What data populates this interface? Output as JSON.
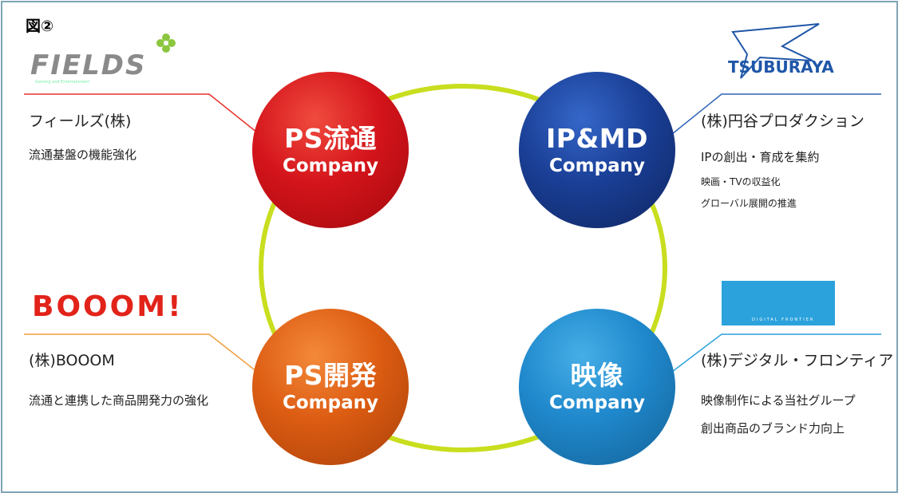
{
  "figure_label": "図②",
  "companies": [
    {
      "title": "PS流通",
      "subtitle": "Company",
      "color": "#d4141b"
    },
    {
      "title": "IP&MD",
      "subtitle": "Company",
      "color": "#1a3f96"
    },
    {
      "title": "PS開発",
      "subtitle": "Company",
      "color": "#dc5c12"
    },
    {
      "title": "映像",
      "subtitle": "Company",
      "color": "#1f88cc"
    }
  ],
  "partners": {
    "fields": {
      "logo_text": "FIELDS",
      "logo_tagline": "Gaming and Entertainment",
      "name": "フィールズ(株)",
      "lines": [
        "流通基盤の機能強化"
      ],
      "line_color": "#e8322a"
    },
    "tsuburaya": {
      "logo_text": "TSUBURAYA",
      "name": "(株)円谷プロダクション",
      "lines": [
        "IPの創出・育成を集約"
      ],
      "small_lines": [
        "映画・TVの収益化",
        "グローバル展開の推進"
      ],
      "line_color": "#2e63b8"
    },
    "booom": {
      "logo_text": "BOOOM!",
      "name": "(株)BOOOM",
      "lines": [
        "流通と連携した商品開発力の強化"
      ],
      "line_color": "#f0a040"
    },
    "digital_frontier": {
      "logo_text": "DIGITAL FRONTIER",
      "name": "(株)デジタル・フロンティア",
      "lines": [
        "映像制作による当社グループ",
        "創出商品のブランド力向上"
      ],
      "line_color": "#2ba2dc"
    }
  },
  "ring_color": "#c8de1e"
}
